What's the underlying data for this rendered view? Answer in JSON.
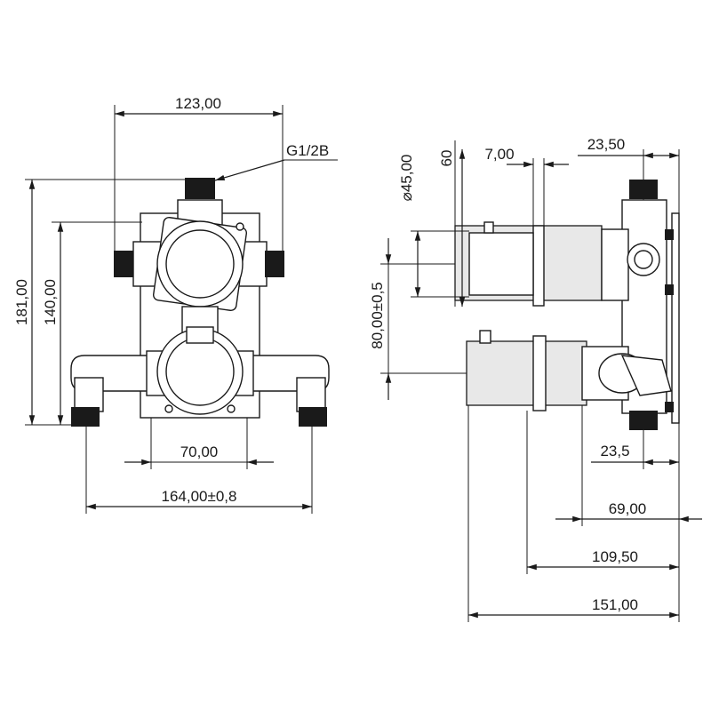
{
  "drawing": {
    "front_view": {
      "dim_width_top": "123,00",
      "thread_label": "G1/2B",
      "dim_height_outer": "181,00",
      "dim_height_inner": "140,00",
      "dim_bottom_inner": "70,00",
      "dim_bottom_outer": "164,00",
      "dim_bottom_outer_tol": "±0,8"
    },
    "side_view": {
      "dim_diameter": "45,00",
      "dim_60": "60",
      "dim_7": "7,00",
      "dim_23_50": "23,50",
      "dim_80": "80,00",
      "dim_80_tol": "±0,5",
      "dim_23_5": "23,5",
      "dim_69": "69,00",
      "dim_109_50": "109,50",
      "dim_151": "151,00"
    }
  }
}
